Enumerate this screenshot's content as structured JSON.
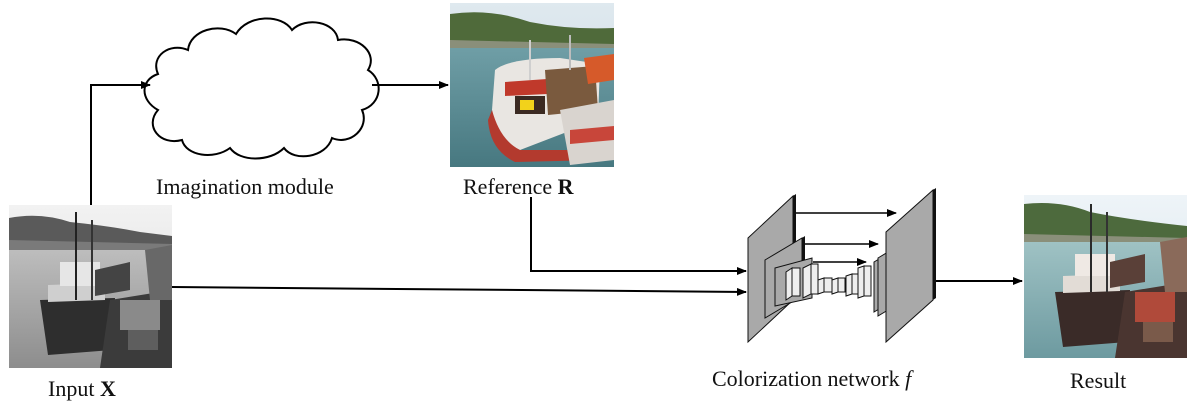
{
  "labels": {
    "input_text": "Input ",
    "input_var": "X",
    "imagination": "Imagination module",
    "reference_text": "Reference ",
    "reference_var": "R",
    "network_text": "Colorization network ",
    "network_var": "f",
    "result": "Result"
  },
  "colors": {
    "arrow": "#000000",
    "network_layer": "#a9a9a9",
    "network_layer_light": "#eeeeee",
    "network_layer_dark": "#111111"
  },
  "images": {
    "input": "grayscale-harbor-boats-photo",
    "reference": "colored-fishing-boat-photo",
    "result": "colorized-harbor-boats-photo"
  }
}
